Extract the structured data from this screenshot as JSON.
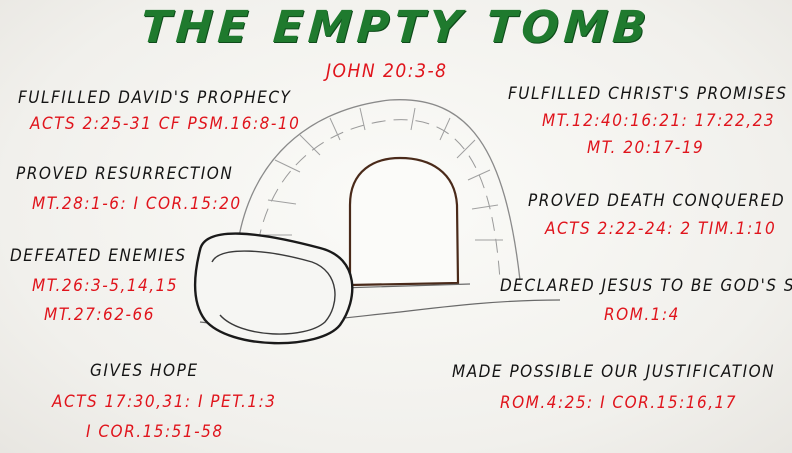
{
  "title": "THE EMPTY TOMB",
  "subtitle_ref": "JOHN 20:3-8",
  "colors": {
    "title": "#1f7a2e",
    "reference": "#e0141c",
    "heading": "#141414",
    "background": "#f4f3ef"
  },
  "left_items": [
    {
      "heading": "FULFILLED DAVID'S PROPHECY",
      "refs": [
        "ACTS 2:25-31 cf PSM.16:8-10"
      ]
    },
    {
      "heading": "PROVED RESURRECTION",
      "refs": [
        "MT.28:1-6: I COR.15:20"
      ]
    },
    {
      "heading": "DEFEATED ENEMIES",
      "refs": [
        "MT.26:3-5,14,15",
        "MT.27:62-66"
      ]
    },
    {
      "heading": "GIVES HOPE",
      "refs": [
        "ACTS 17:30,31: I PET.1:3",
        "I COR.15:51-58"
      ]
    }
  ],
  "right_items": [
    {
      "heading": "FULFILLED CHRIST'S PROMISES",
      "refs": [
        "MT.12:40:16:21: 17:22,23",
        "MT. 20:17-19"
      ]
    },
    {
      "heading": "PROVED DEATH CONQUERED",
      "refs": [
        "ACTS 2:22-24: 2 TIM.1:10"
      ]
    },
    {
      "heading": "DECLARED JESUS TO BE GOD'S SON",
      "refs": [
        "ROM.1:4"
      ]
    },
    {
      "heading": "MADE POSSIBLE OUR JUSTIFICATION",
      "refs": [
        "ROM.4:25: I COR.15:16,17"
      ]
    }
  ]
}
